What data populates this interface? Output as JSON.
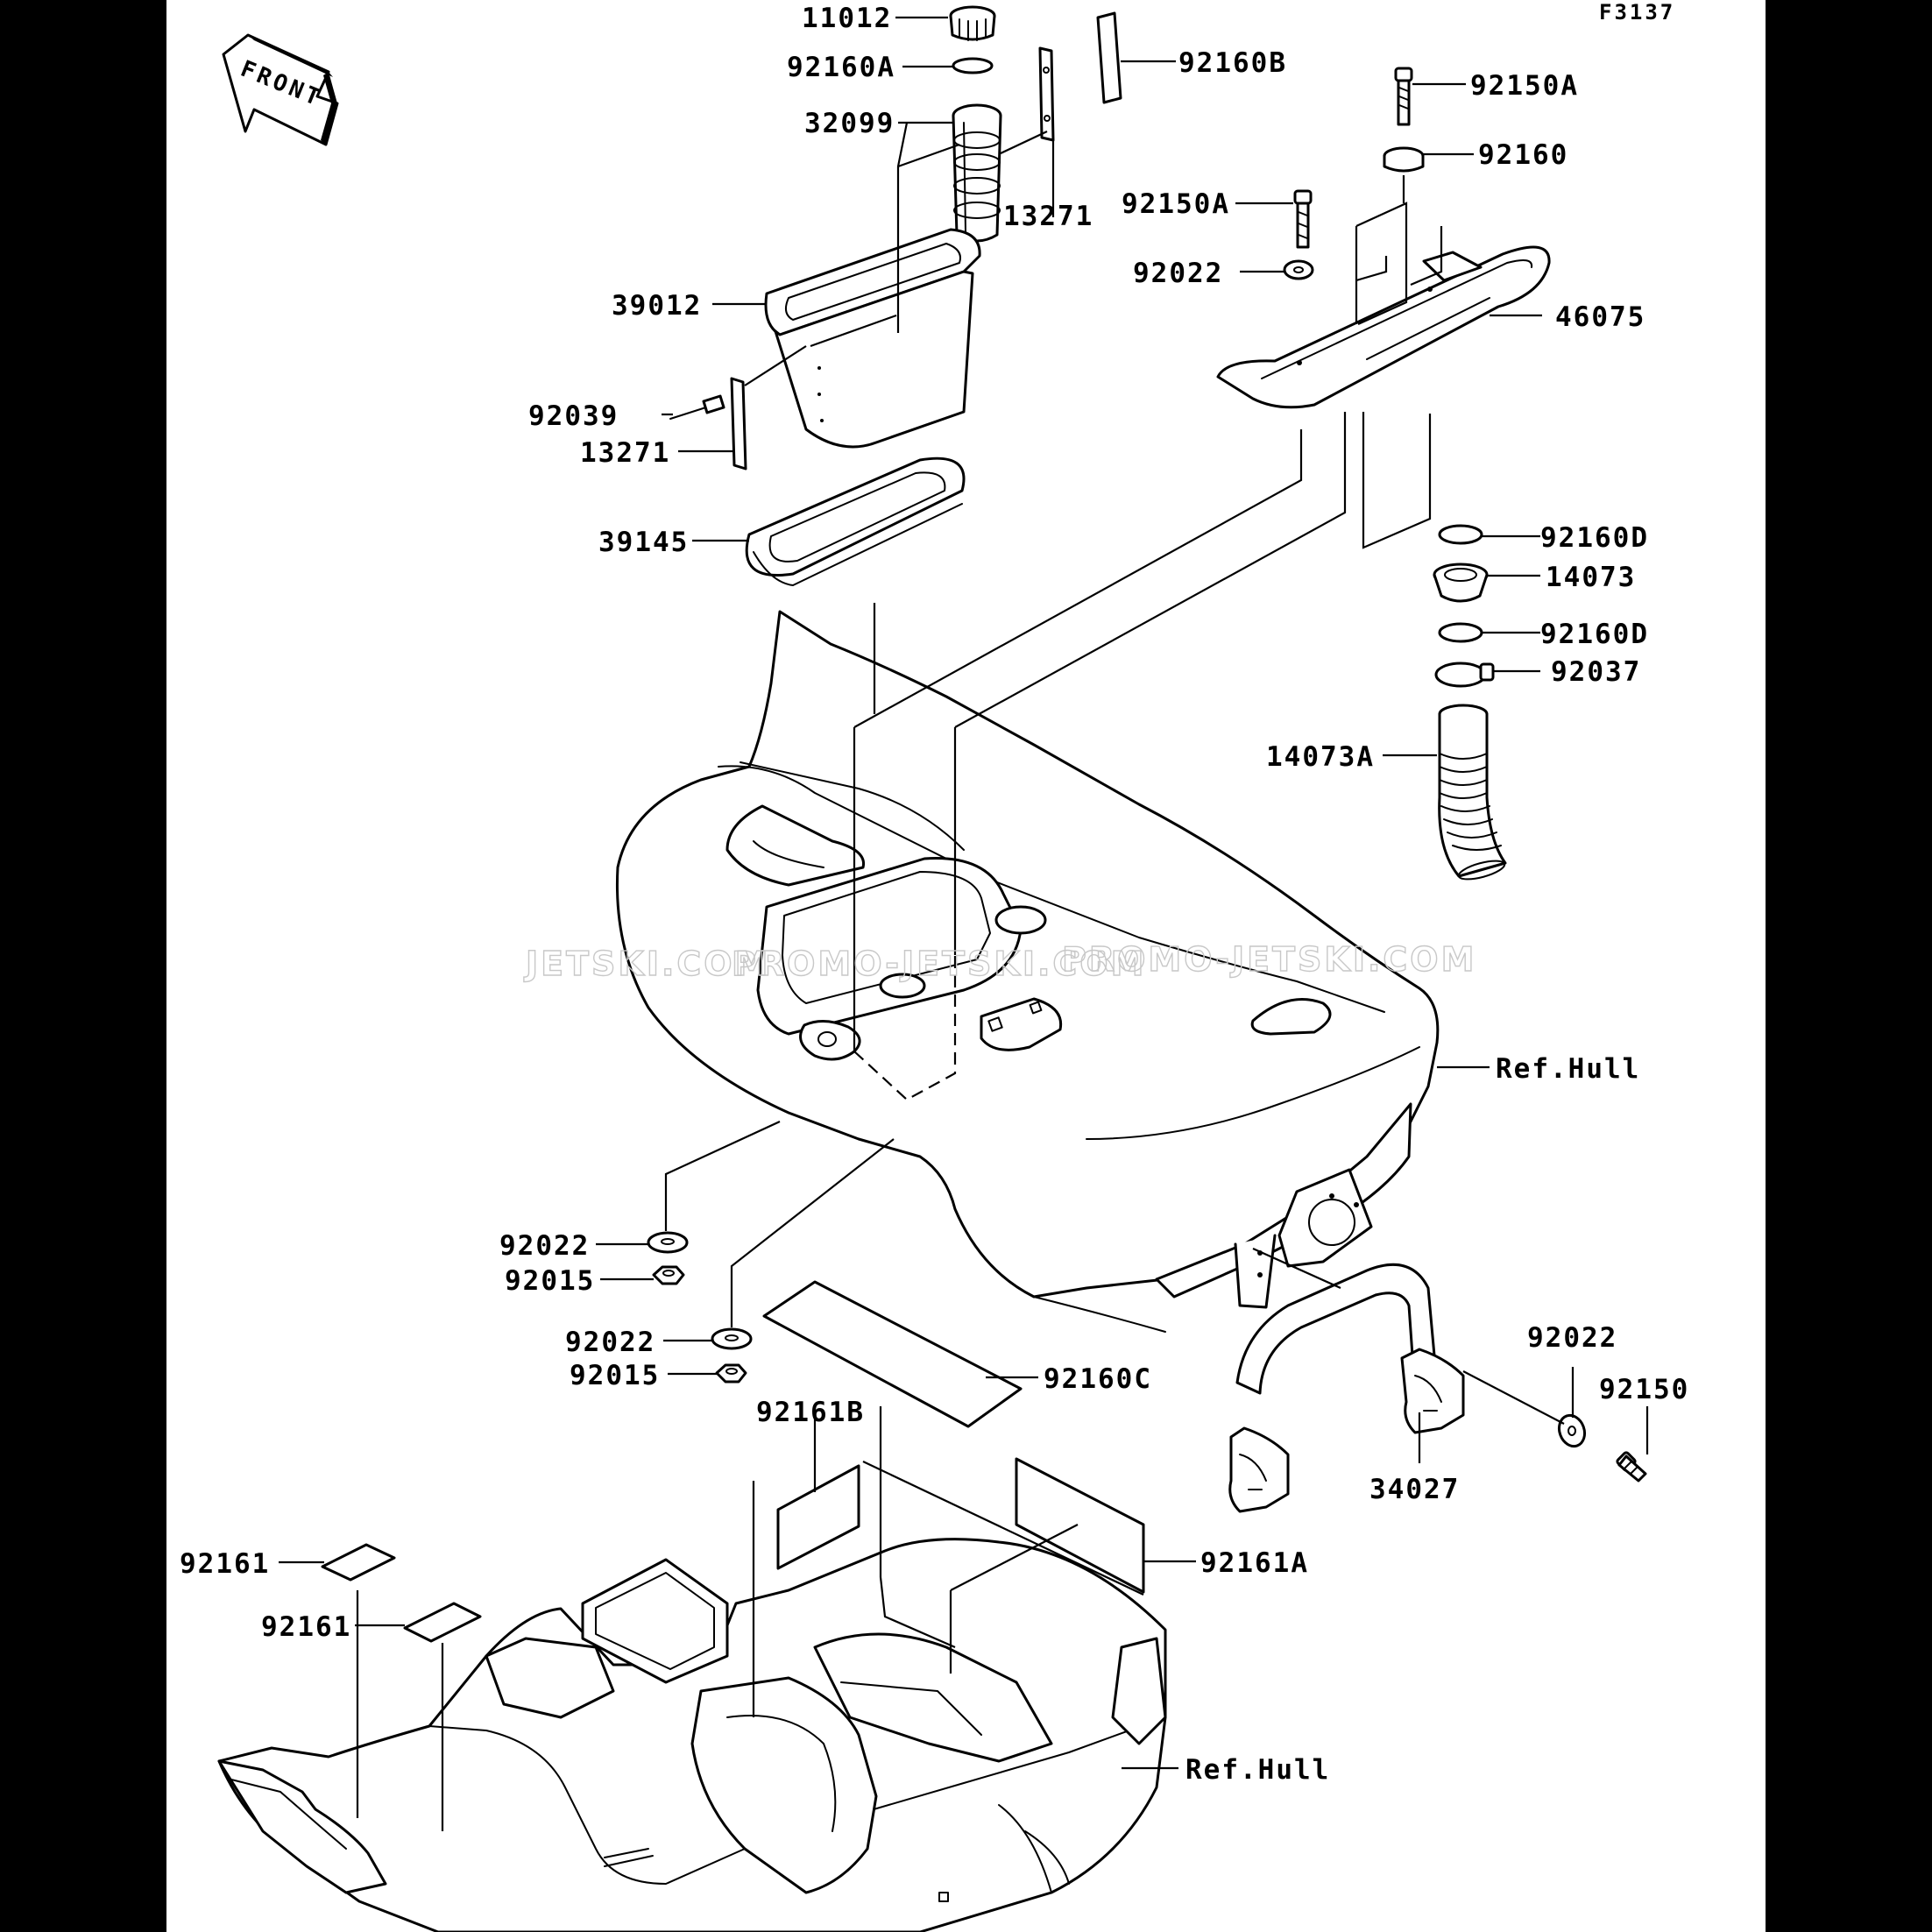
{
  "figure_code": "F3137",
  "front_tag": "FRONT",
  "watermarks": [
    "JETSKI.COM",
    "PROMO-JETSKI.COM",
    "PROMO-JETSKI.COM"
  ],
  "callouts": {
    "p11012": "11012",
    "p92160A": "92160A",
    "p32099": "32099",
    "p92160B": "92160B",
    "p92150A_top": "92150A",
    "p92160": "92160",
    "p13271_upper": "13271",
    "p92150A_mid": "92150A",
    "p92022_top": "92022",
    "p46075": "46075",
    "p39012": "39012",
    "p92039": "92039",
    "p13271_lower": "13271",
    "p39145": "39145",
    "p92160D_upper": "92160D",
    "p14073": "14073",
    "p92160D_lower": "92160D",
    "p92037": "92037",
    "p14073A": "14073A",
    "ref_hull_upper": "Ref.Hull",
    "p92022_left1": "92022",
    "p92015_left1": "92015",
    "p92022_left2": "92022",
    "p92015_left2": "92015",
    "p92160C": "92160C",
    "p92022_right": "92022",
    "p92150": "92150",
    "p34027": "34027",
    "p92161B": "92161B",
    "p92161_a": "92161",
    "p92161_b": "92161",
    "p92161A": "92161A",
    "ref_hull_lower": "Ref.Hull"
  }
}
